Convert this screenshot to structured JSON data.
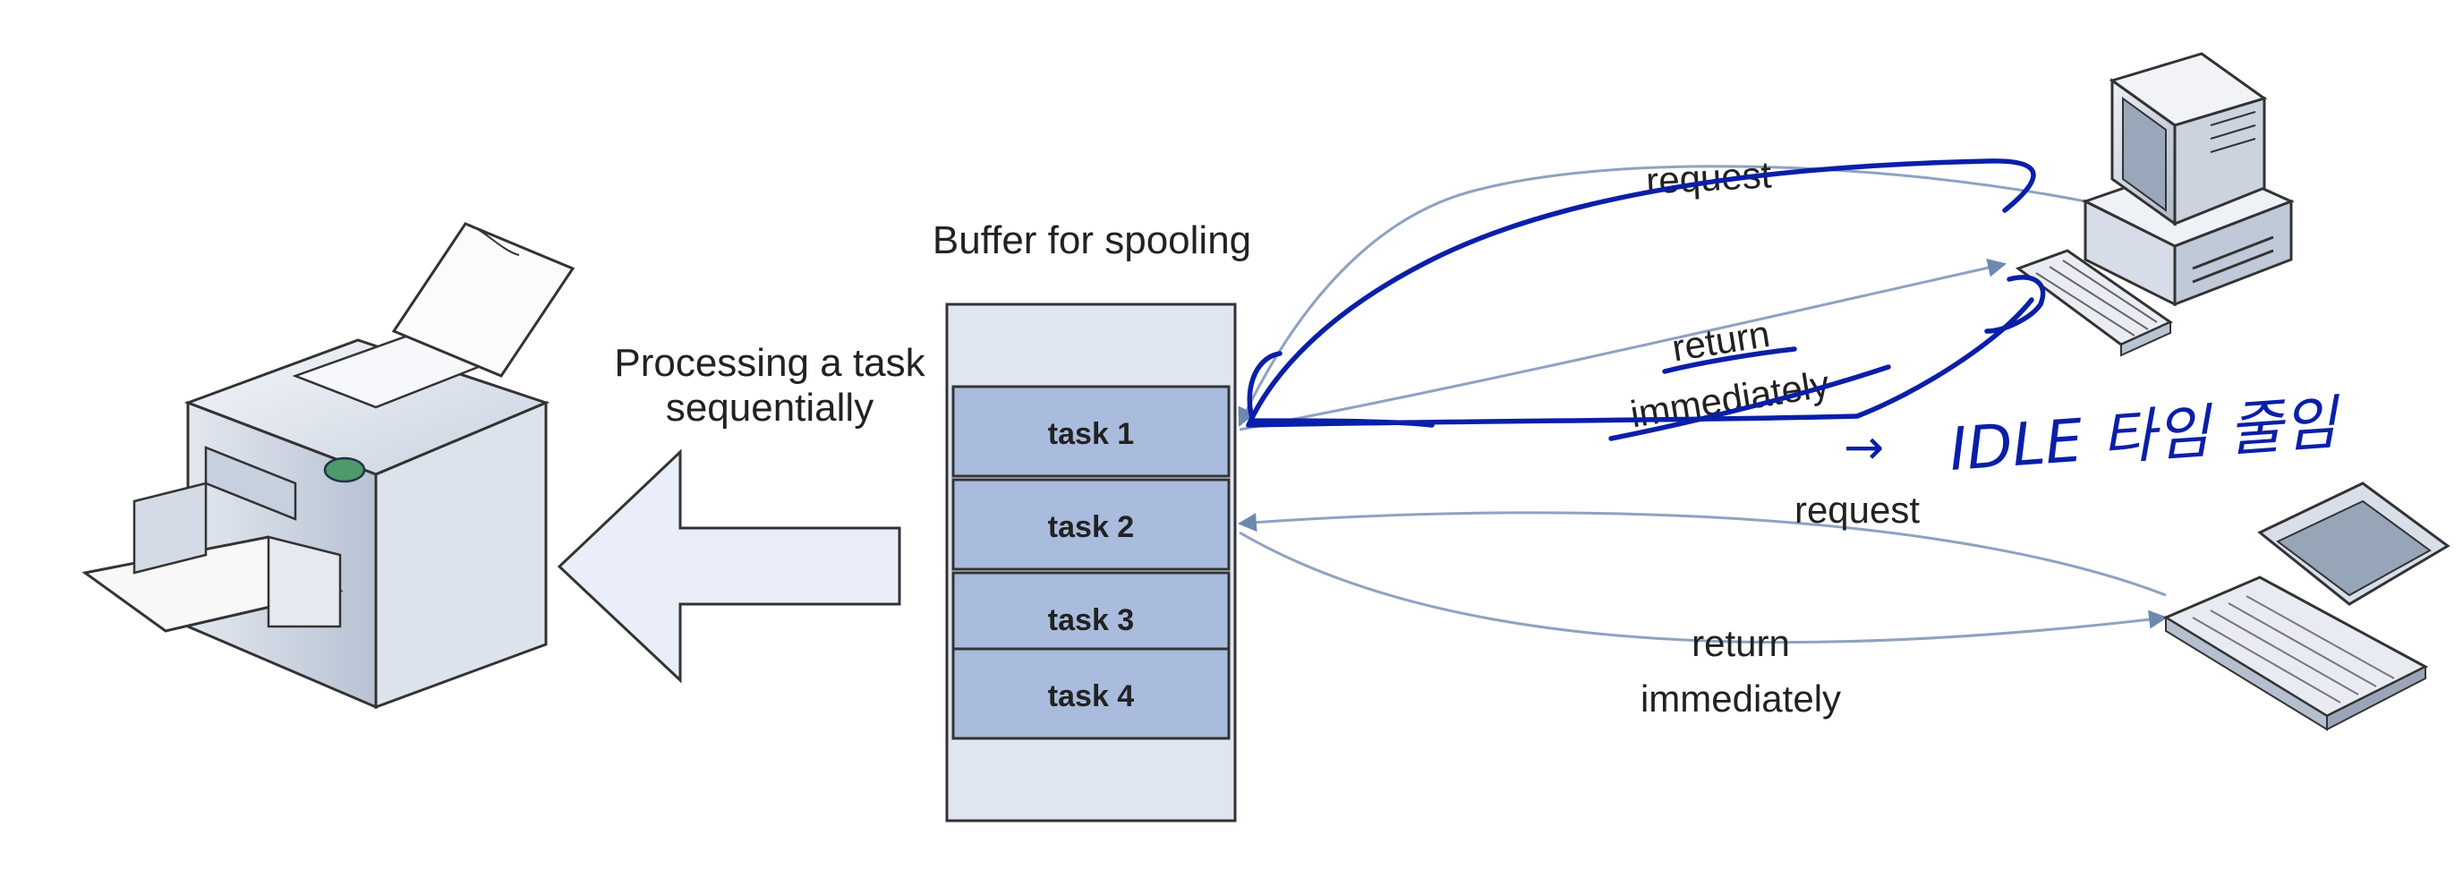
{
  "buffer": {
    "title": "Buffer for spooling",
    "tasks": [
      "task 1",
      "task 2",
      "task 3",
      "task 4"
    ]
  },
  "printer": {
    "caption_line1": "Processing a task",
    "caption_line2": "sequentially"
  },
  "desktop": {
    "request_label": "request",
    "return_line1": "return",
    "return_line2": "immediately"
  },
  "laptop": {
    "request_label": "request",
    "return_line1": "return",
    "return_line2": "immediately"
  },
  "annotation": {
    "arrow_glyph": "→",
    "handwritten_note": "IDLE 타임 줄임"
  },
  "colors": {
    "task_fill": "#a9bcdd",
    "buffer_fill": "#dfe6f2",
    "arrow_fill": "#e9eef8",
    "connector": "#7b93b8",
    "handwriting": "#0a1fa8"
  }
}
